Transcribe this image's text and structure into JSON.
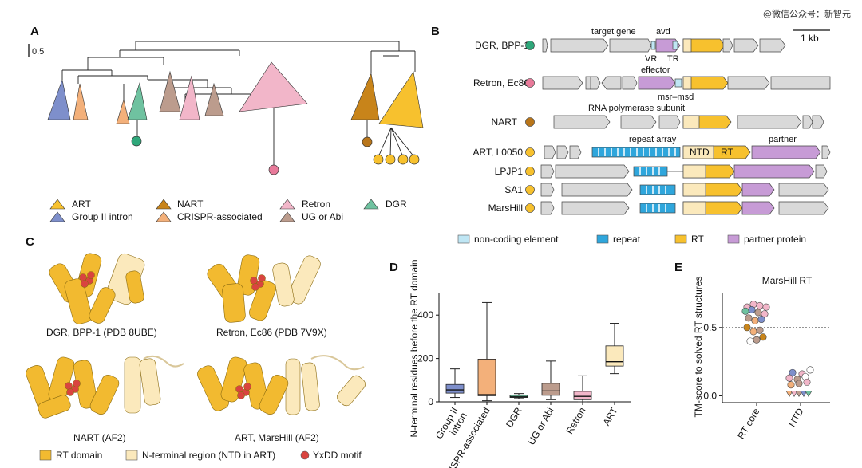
{
  "watermark": "@微信公众号：新智元",
  "panel_labels": {
    "a": "A",
    "b": "B",
    "c": "C",
    "d": "D",
    "e": "E"
  },
  "panel_a": {
    "scale_label": "0.5",
    "legend": [
      {
        "label": "ART",
        "color": "#F7C12E"
      },
      {
        "label": "Group II intron",
        "color": "#7E8FCB"
      },
      {
        "label": "NART",
        "color": "#C8841A"
      },
      {
        "label": "CRISPR-associated",
        "color": "#F3B07A"
      },
      {
        "label": "Retron",
        "color": "#F2B6C9"
      },
      {
        "label": "UG or Abi",
        "color": "#BC9C8D"
      },
      {
        "label": "DGR",
        "color": "#6FC2A0"
      }
    ]
  },
  "panel_b": {
    "scale_label": "1 kb",
    "rows": [
      {
        "label": "DGR, BPP-1",
        "dot_color": "#2FA77A"
      },
      {
        "label": "Retron, Ec86",
        "dot_color": "#E87A9A"
      },
      {
        "label": "NART",
        "dot_color": "#B9761A"
      },
      {
        "label": "ART, L0050",
        "dot_color": "#F7C12E"
      },
      {
        "label": "LPJP1",
        "dot_color": "#F7C12E"
      },
      {
        "label": "SA1",
        "dot_color": "#F7C12E"
      },
      {
        "label": "MarsHill",
        "dot_color": "#F7C12E"
      }
    ],
    "annotations": {
      "target_gene": "target gene",
      "avd": "avd",
      "vr": "VR",
      "tr": "TR",
      "effector": "effector",
      "msr_msd": "msr–msd",
      "rnap": "RNA polymerase subunit",
      "repeat_array": "repeat array",
      "ntd": "NTD",
      "rt": "RT",
      "partner": "partner"
    },
    "legend": [
      {
        "label": "non-coding element",
        "color": "#BFE6F4"
      },
      {
        "label": "repeat",
        "color": "#2FA6DC"
      },
      {
        "label": "RT",
        "color": "#F7C12E"
      },
      {
        "label": "partner protein",
        "color": "#C79BD6"
      }
    ]
  },
  "panel_c": {
    "captions": [
      "DGR, BPP-1 (PDB 8UBE)",
      "Retron, Ec86 (PDB 7V9X)",
      "NART (AF2)",
      "ART, MarsHill (AF2)"
    ],
    "legend": [
      {
        "label": "RT domain",
        "color": "#F2BA30"
      },
      {
        "label": "N-terminal region (NTD in ART)",
        "color": "#FBE9BC"
      },
      {
        "label": "YxDD motif",
        "color": "#D9443F"
      }
    ]
  },
  "panel_d": {
    "chart_data": {
      "type": "box",
      "title": "",
      "ylabel": "N-terminal residues before the RT domain",
      "ylim": [
        0,
        500
      ],
      "yticks": [
        0,
        200,
        400
      ],
      "categories": [
        "Group II intron",
        "CRISPR-associated",
        "DGR",
        "UG or Abi",
        "Retron",
        "ART"
      ],
      "boxes": [
        {
          "min": 20,
          "q1": 40,
          "median": 55,
          "q3": 80,
          "max": 152,
          "color": "#7E8FCB"
        },
        {
          "min": 5,
          "q1": 28,
          "median": 33,
          "q3": 197,
          "max": 458,
          "color": "#F3B07A"
        },
        {
          "min": 15,
          "q1": 20,
          "median": 23,
          "q3": 30,
          "max": 38,
          "color": "#6FC2A0"
        },
        {
          "min": 10,
          "q1": 30,
          "median": 50,
          "q3": 85,
          "max": 188,
          "color": "#BC9C8D"
        },
        {
          "min": 0,
          "q1": 10,
          "median": 25,
          "q3": 48,
          "max": 120,
          "color": "#F2B6C9"
        },
        {
          "min": 130,
          "q1": 165,
          "median": 185,
          "q3": 258,
          "max": 362,
          "color": "#FBE9BC"
        }
      ]
    }
  },
  "panel_e": {
    "chart_data": {
      "type": "scatter",
      "title": "MarsHill RT",
      "ylabel": "TM-score to solved RT structures",
      "ylim": [
        -0.05,
        0.75
      ],
      "yticks": [
        0.0,
        0.5
      ],
      "categories": [
        "RT core",
        "NTD"
      ],
      "reference_line": 0.5,
      "points": [
        {
          "cat": 0,
          "x": -0.3,
          "y": 0.65,
          "color": "#F2B6C9",
          "shape": "circle"
        },
        {
          "cat": 0,
          "x": -0.1,
          "y": 0.67,
          "color": "#F2B6C9",
          "shape": "circle"
        },
        {
          "cat": 0,
          "x": 0.1,
          "y": 0.66,
          "color": "#F2B6C9",
          "shape": "circle"
        },
        {
          "cat": 0,
          "x": 0.3,
          "y": 0.65,
          "color": "#F2B6C9",
          "shape": "circle"
        },
        {
          "cat": 0,
          "x": -0.35,
          "y": 0.62,
          "color": "#6FC2A0",
          "shape": "circle"
        },
        {
          "cat": 0,
          "x": -0.15,
          "y": 0.63,
          "color": "#7E8FCB",
          "shape": "circle"
        },
        {
          "cat": 0,
          "x": 0.05,
          "y": 0.61,
          "color": "#BC9C8D",
          "shape": "circle"
        },
        {
          "cat": 0,
          "x": 0.25,
          "y": 0.6,
          "color": "#F2B6C9",
          "shape": "circle"
        },
        {
          "cat": 0,
          "x": -0.25,
          "y": 0.57,
          "color": "#BC9C8D",
          "shape": "circle"
        },
        {
          "cat": 0,
          "x": -0.05,
          "y": 0.55,
          "color": "#F3B07A",
          "shape": "circle"
        },
        {
          "cat": 0,
          "x": 0.15,
          "y": 0.56,
          "color": "#7E8FCB",
          "shape": "circle"
        },
        {
          "cat": 0,
          "x": -0.3,
          "y": 0.5,
          "color": "#C8841A",
          "shape": "circle"
        },
        {
          "cat": 0,
          "x": -0.1,
          "y": 0.47,
          "color": "#F3B07A",
          "shape": "circle"
        },
        {
          "cat": 0,
          "x": 0.1,
          "y": 0.48,
          "color": "#BC9C8D",
          "shape": "circle"
        },
        {
          "cat": 0,
          "x": -0.2,
          "y": 0.4,
          "color": "#ffffff",
          "shape": "circle"
        },
        {
          "cat": 0,
          "x": 0.0,
          "y": 0.41,
          "color": "#BC9C8D",
          "shape": "circle"
        },
        {
          "cat": 0,
          "x": 0.2,
          "y": 0.43,
          "color": "#C8841A",
          "shape": "circle"
        },
        {
          "cat": 1,
          "x": 0.3,
          "y": 0.19,
          "color": "#ffffff",
          "shape": "circle"
        },
        {
          "cat": 1,
          "x": -0.25,
          "y": 0.17,
          "color": "#7E8FCB",
          "shape": "circle"
        },
        {
          "cat": 1,
          "x": 0.05,
          "y": 0.16,
          "color": "#F2B6C9",
          "shape": "circle"
        },
        {
          "cat": 1,
          "x": -0.35,
          "y": 0.13,
          "color": "#F2B6C9",
          "shape": "circle"
        },
        {
          "cat": 1,
          "x": -0.1,
          "y": 0.12,
          "color": "#BC9C8D",
          "shape": "circle"
        },
        {
          "cat": 1,
          "x": 0.15,
          "y": 0.14,
          "color": "#ffffff",
          "shape": "circle"
        },
        {
          "cat": 1,
          "x": -0.3,
          "y": 0.08,
          "color": "#F3B07A",
          "shape": "circle"
        },
        {
          "cat": 1,
          "x": -0.05,
          "y": 0.09,
          "color": "#BC9C8D",
          "shape": "circle"
        },
        {
          "cat": 1,
          "x": 0.2,
          "y": 0.1,
          "color": "#F2B6C9",
          "shape": "circle"
        },
        {
          "cat": 1,
          "x": -0.35,
          "y": 0.0,
          "color": "#F3B07A",
          "shape": "triangle"
        },
        {
          "cat": 1,
          "x": -0.2,
          "y": 0.0,
          "color": "#F2B6C9",
          "shape": "triangle"
        },
        {
          "cat": 1,
          "x": -0.05,
          "y": 0.0,
          "color": "#BC9C8D",
          "shape": "triangle"
        },
        {
          "cat": 1,
          "x": 0.1,
          "y": 0.0,
          "color": "#7E8FCB",
          "shape": "triangle"
        },
        {
          "cat": 1,
          "x": 0.25,
          "y": 0.0,
          "color": "#6FC2A0",
          "shape": "triangle"
        }
      ]
    }
  }
}
